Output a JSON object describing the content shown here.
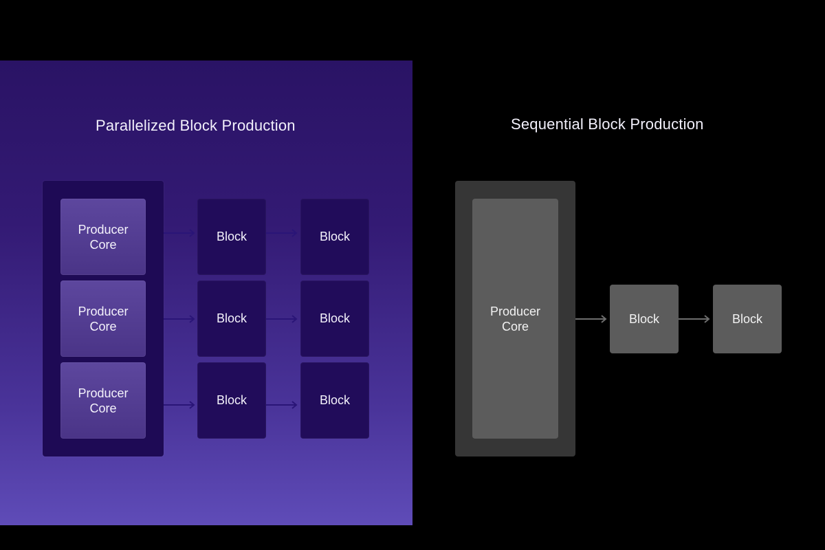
{
  "parallel": {
    "title": "Parallelized Block Production",
    "cores": [
      {
        "line1": "Producer",
        "line2": "Core"
      },
      {
        "line1": "Producer",
        "line2": "Core"
      },
      {
        "line1": "Producer",
        "line2": "Core"
      }
    ],
    "blocks": [
      [
        "Block",
        "Block"
      ],
      [
        "Block",
        "Block"
      ],
      [
        "Block",
        "Block"
      ]
    ]
  },
  "sequential": {
    "title": "Sequential Block Production",
    "core": {
      "line1": "Producer",
      "line2": "Core"
    },
    "blocks": [
      "Block",
      "Block"
    ]
  },
  "colors": {
    "page_background": "#000000",
    "parallel_panel_top": "#2a1365",
    "parallel_panel_bottom": "#5f4cb8",
    "parallel_group": "#1e0a55",
    "parallel_core": "#5d479e",
    "parallel_block": "#210c5a",
    "parallel_arrow": "#2a1577",
    "sequential_group": "#363636",
    "sequential_box": "#5c5c5c",
    "sequential_arrow": "#6e6e6e"
  }
}
